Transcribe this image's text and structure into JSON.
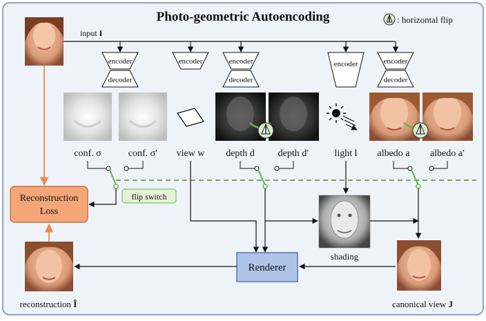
{
  "title": "Photo-geometric Autoencoding",
  "legend": {
    "text": ": horizontal flip"
  },
  "input_label": {
    "text": "input ",
    "bold": "I"
  },
  "nets": {
    "encoder": "encoder",
    "decoder": "decoder"
  },
  "maps": [
    {
      "text": "conf. σ"
    },
    {
      "text": "conf. σ′"
    },
    {
      "text": "view w"
    },
    {
      "text": "depth d"
    },
    {
      "text": "depth d′"
    },
    {
      "text": "light l"
    },
    {
      "text": "albedo a"
    },
    {
      "text": "albedo a′"
    }
  ],
  "flip_switch": "flip switch",
  "loss": {
    "line1": "Reconstruction",
    "line2": "Loss"
  },
  "renderer": "Renderer",
  "shading": "shading",
  "reconstruction_label": {
    "text": "reconstruction ",
    "bold": "Î"
  },
  "canonical_label": {
    "text": "canonical view ",
    "bold": "J"
  },
  "colors": {
    "panel_bg": "#eef3fa",
    "panel_border": "#6f86b2",
    "orange": "#f08a4b",
    "loss_fill": "#f5a678",
    "renderer_fill": "#adc4e8",
    "renderer_border": "#3b5a9a",
    "switch_green": "#6ab04c",
    "flip_label_fill": "#e6f3d9"
  }
}
